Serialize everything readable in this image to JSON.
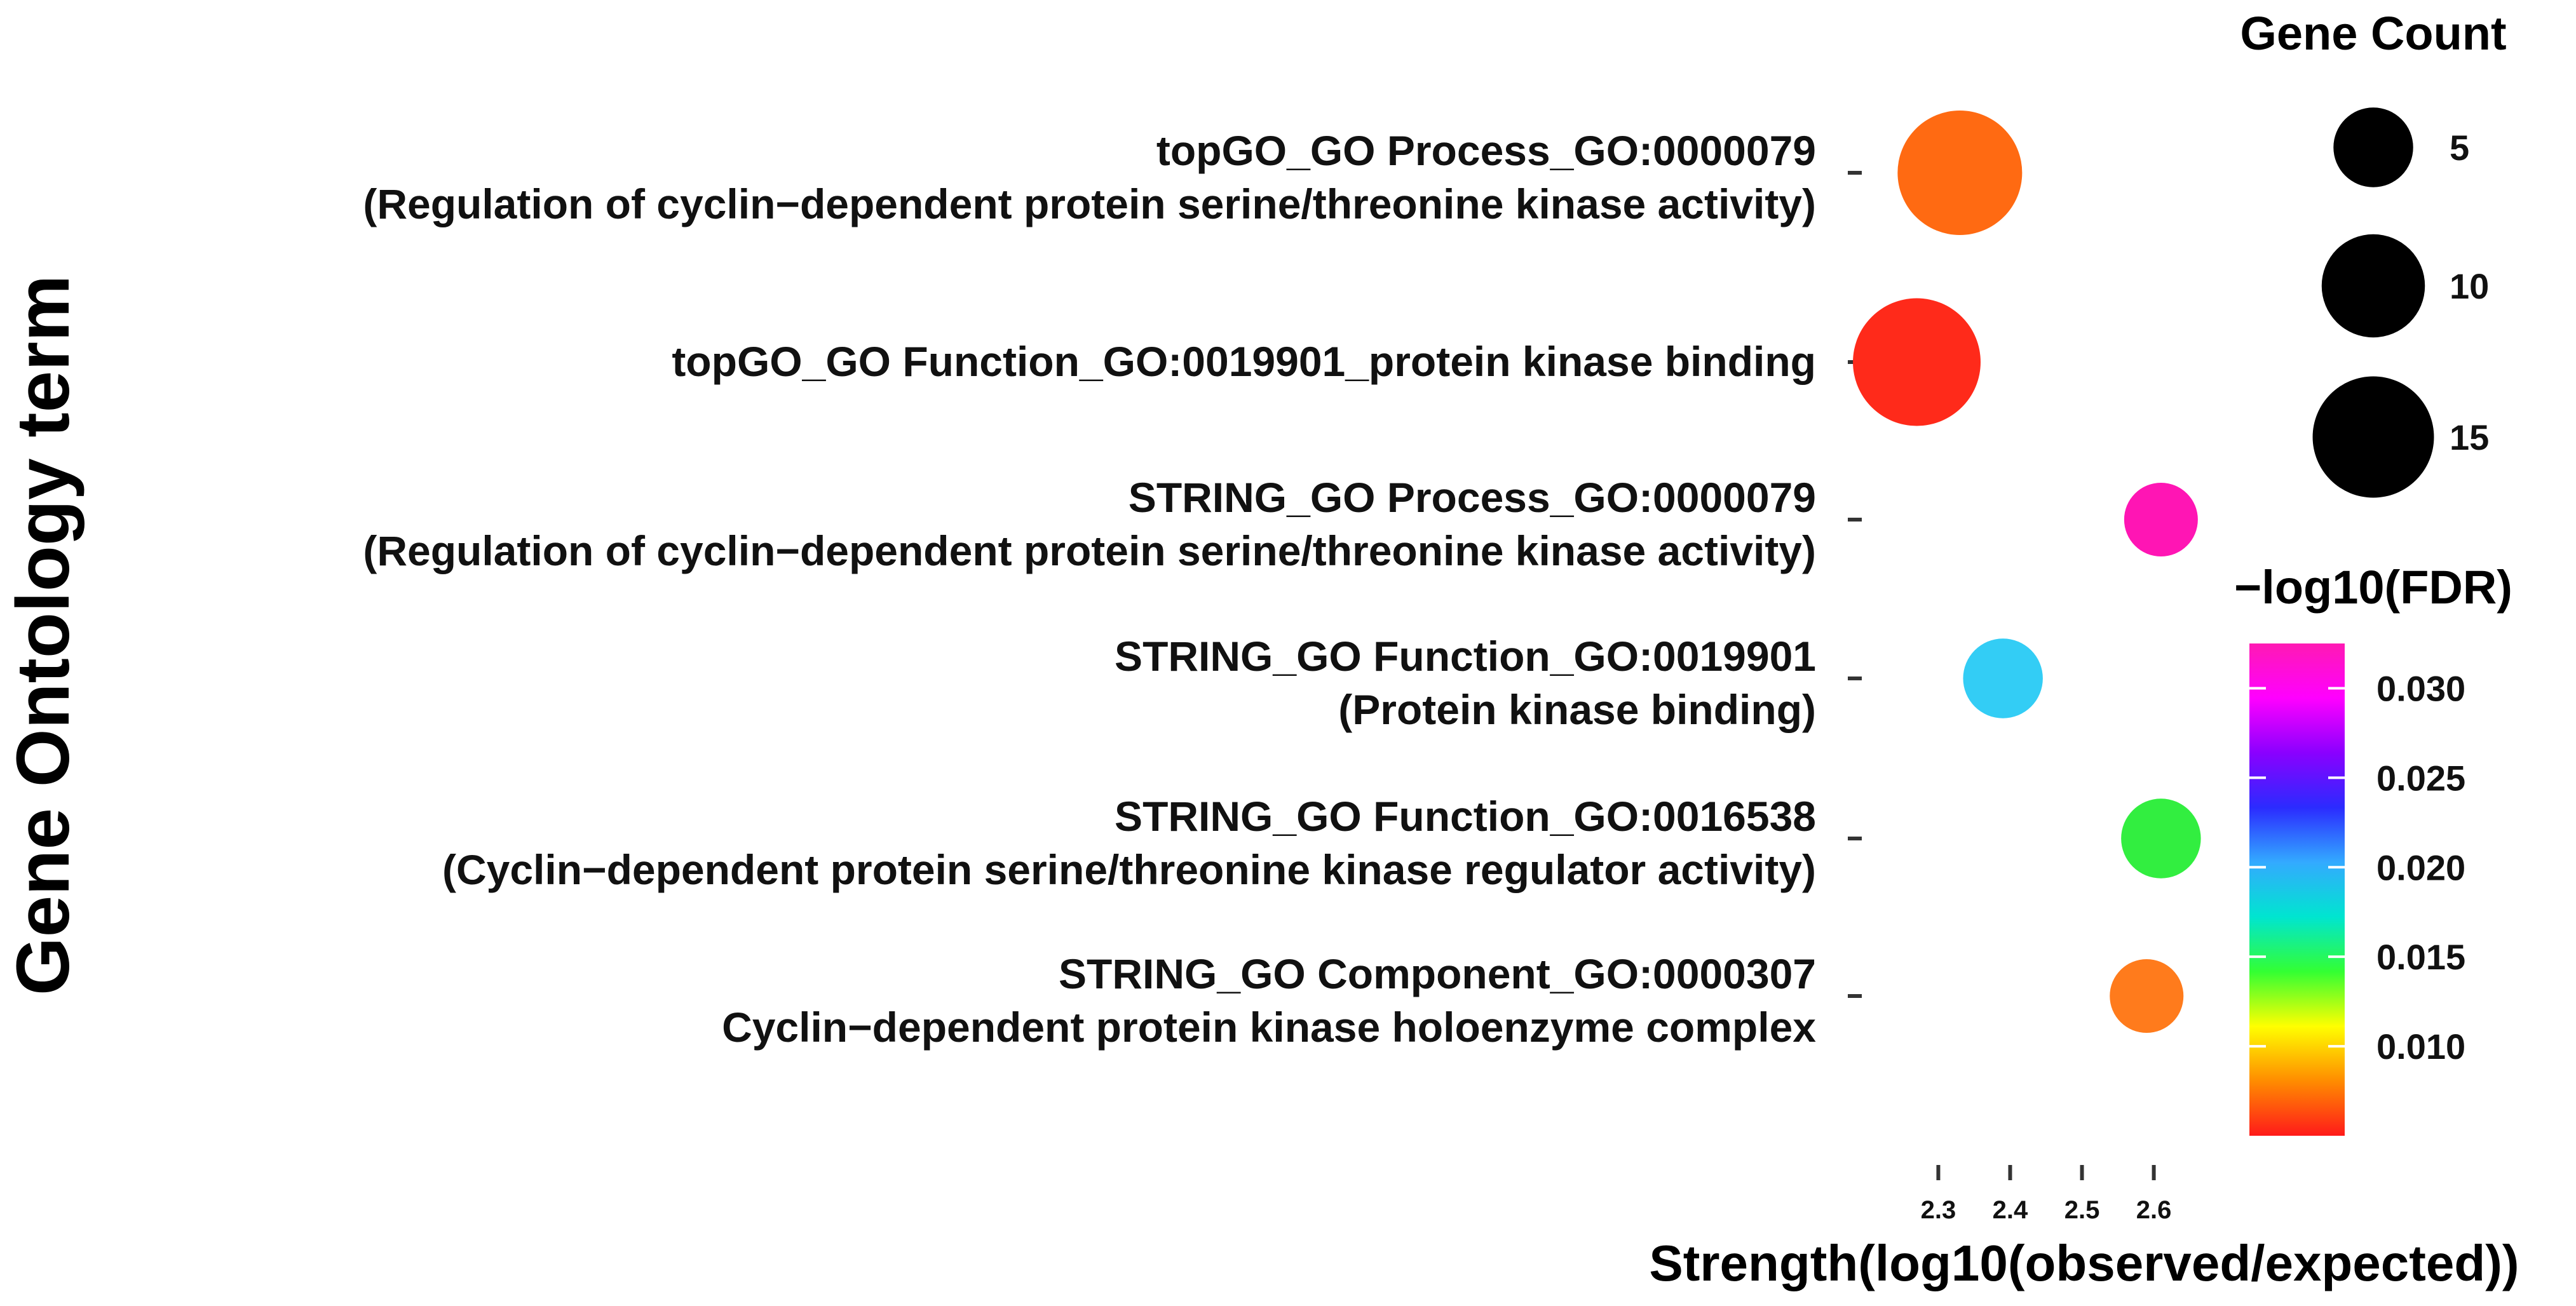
{
  "chart_data": {
    "type": "scatter",
    "title": "",
    "xlabel": "Strength(log10(observed/expected))",
    "ylabel": "Gene Ontology term",
    "xlim": [
      2.22,
      2.68
    ],
    "x_ticks": [
      "2.3",
      "2.4",
      "2.5",
      "2.6"
    ],
    "grid": false,
    "legend_placement": "right",
    "terms": [
      {
        "line1": "topGO_GO Process_GO:0000079",
        "line2": "(Regulation of cyclin−dependent protein serine/threonine kinase activity)"
      },
      {
        "line1": "topGO_GO Function_GO:0019901_protein kinase binding",
        "line2": ""
      },
      {
        "line1": "STRING_GO Process_GO:0000079",
        "line2": "(Regulation of cyclin−dependent protein serine/threonine kinase activity)"
      },
      {
        "line1": "STRING_GO Function_GO:0019901",
        "line2": "(Protein kinase binding)"
      },
      {
        "line1": "STRING_GO Function_GO:0016538",
        "line2": "(Cyclin−dependent protein serine/threonine kinase regulator activity)"
      },
      {
        "line1": "STRING_GO Component_GO:0000307",
        "line2": "Cyclin−dependent protein kinase holoenzyme complex"
      }
    ],
    "points": [
      {
        "strength": 2.33,
        "fdr": 0.009,
        "gene_count": 16,
        "color": "#ff6a12"
      },
      {
        "strength": 2.27,
        "fdr": 0.006,
        "gene_count": 17,
        "color": "#ff2a1a"
      },
      {
        "strength": 2.61,
        "fdr": 0.031,
        "gene_count": 4,
        "color": "#ff15b4"
      },
      {
        "strength": 2.39,
        "fdr": 0.021,
        "gene_count": 5,
        "color": "#33cdf5"
      },
      {
        "strength": 2.61,
        "fdr": 0.016,
        "gene_count": 5,
        "color": "#32ee40"
      },
      {
        "strength": 2.59,
        "fdr": 0.009,
        "gene_count": 4,
        "color": "#ff7b1c"
      }
    ],
    "size_legend": {
      "title": "Gene Count",
      "values": [
        5,
        10,
        15
      ],
      "labels": [
        "5",
        "10",
        "15"
      ],
      "color": "#000000"
    },
    "color_legend": {
      "title": "−log10(FDR)",
      "ticks": [
        0.01,
        0.015,
        0.02,
        0.025,
        0.03
      ],
      "tick_labels": [
        "0.010",
        "0.015",
        "0.020",
        "0.025",
        "0.030"
      ],
      "range": [
        0.005,
        0.0325
      ],
      "gradient_colors": [
        "#ff1a1a",
        "#ff8c00",
        "#ffff00",
        "#33ff33",
        "#00e5d0",
        "#33aaff",
        "#2b2bff",
        "#8a00ff",
        "#ff00ff",
        "#ff1ab3"
      ]
    }
  }
}
